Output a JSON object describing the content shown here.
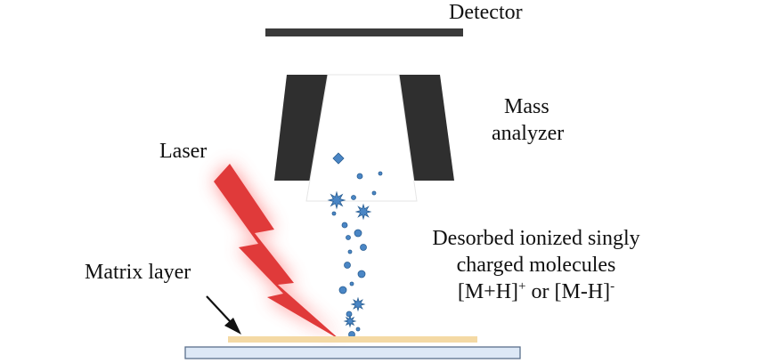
{
  "labels": {
    "detector": "Detector",
    "mass_analyzer_line1": "Mass",
    "mass_analyzer_line2": "analyzer",
    "laser": "Laser",
    "matrix_layer": "Matrix layer",
    "molecules_line1": "Desorbed ionized singly",
    "molecules_line2": "charged molecules",
    "ion_pos_base": "[M+H]",
    "ion_pos_charge": "+",
    "ion_joiner": " or ",
    "ion_neg_base": "[M-H]",
    "ion_neg_charge": "-"
  },
  "colors": {
    "detector_bar": "#3a3a3a",
    "analyzer_blocks": "#2f2f2f",
    "laser_bolt": "#e03a3a",
    "laser_glow": "#ff6a6a",
    "particles": "#4a86c5",
    "particle_outline": "#2b5f93",
    "matrix_layer": "#f4d9a4",
    "slide_fill": "#dde8f6",
    "slide_outline": "#5a6f8c"
  }
}
